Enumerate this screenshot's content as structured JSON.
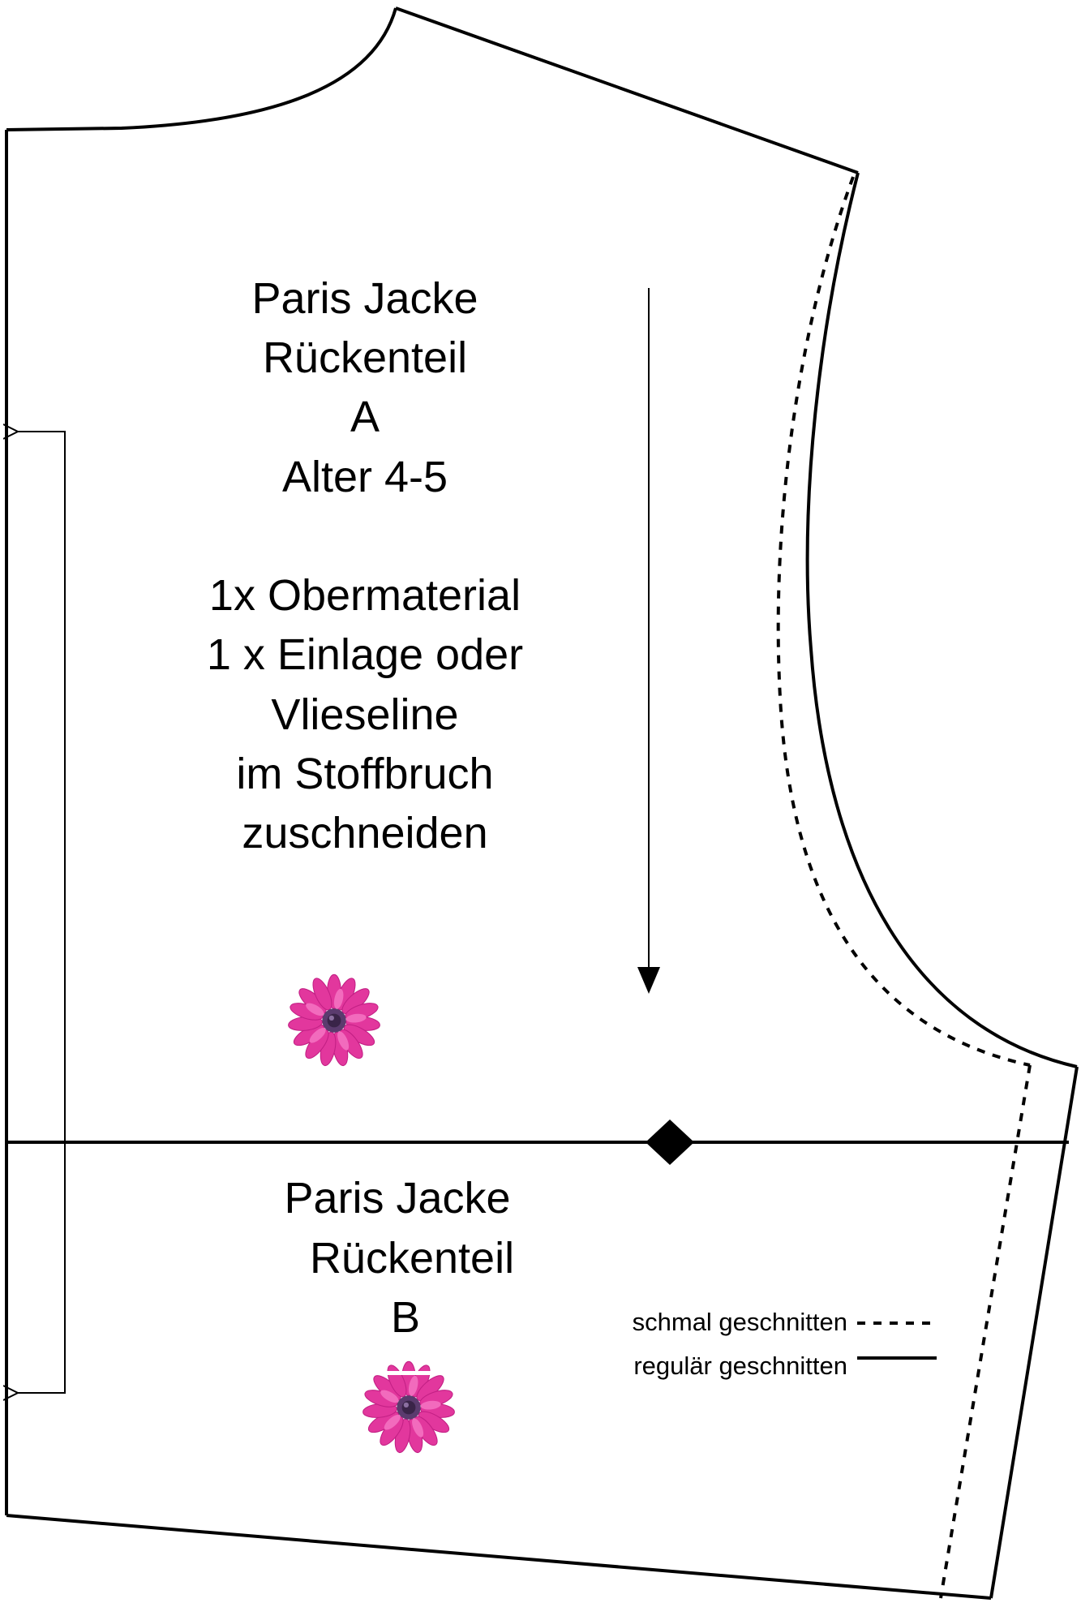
{
  "piece_a": {
    "lines": [
      "Paris Jacke",
      "Rückenteil",
      "A",
      "Alter 4-5",
      "",
      "1x Obermaterial",
      "1 x Einlage oder",
      "Vlieseline",
      "im Stoffbruch",
      "zuschneiden"
    ]
  },
  "piece_b": {
    "lines": [
      "Paris Jacke",
      "Rückenteil",
      "B"
    ]
  },
  "legend": {
    "slim_label": "schmal geschnitten",
    "regular_label": "regulär geschnitten"
  },
  "colors": {
    "line": "#000000",
    "flower_petal": "#e2379d",
    "flower_petal_light": "#f26bbd",
    "flower_center": "#5b3b6e"
  },
  "icons": {
    "grainline": "arrow-down-icon",
    "fold": "fold-bracket-arrow-icon",
    "notch": "diamond-notch-icon",
    "decoration": "pink-flower-icon"
  }
}
